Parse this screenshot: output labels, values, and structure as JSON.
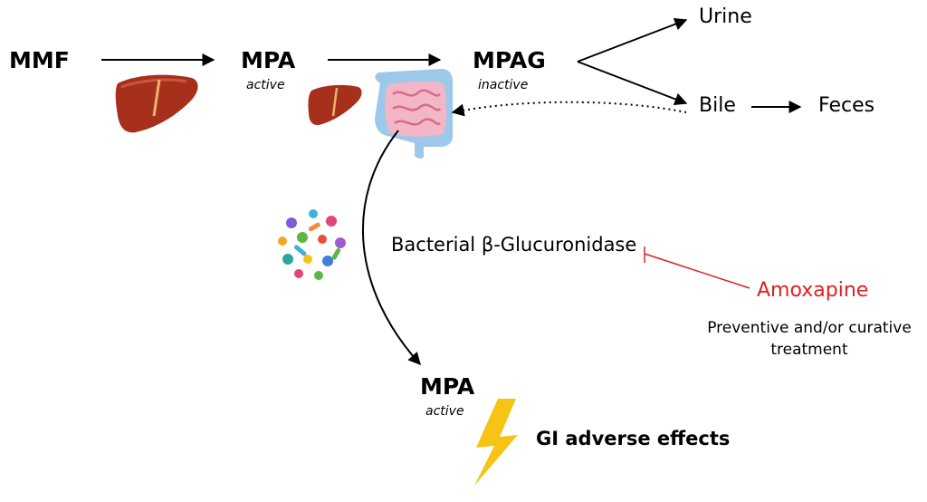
{
  "labels": {
    "mmf": "MMF",
    "mpa_top": "MPA",
    "mpa_top_state": "active",
    "mpag": "MPAG",
    "mpag_state": "inactive",
    "urine": "Urine",
    "bile": "Bile",
    "feces": "Feces",
    "enzyme": "Bacterial β-Glucuronidase",
    "inhibitor": "Amoxapine",
    "treatment_line1": "Preventive and/or curative",
    "treatment_line2": "treatment",
    "mpa_bottom": "MPA",
    "mpa_bottom_state": "active",
    "effect": "GI adverse effects"
  },
  "colors": {
    "inhibition": "#e02020",
    "liver": "#a6301c",
    "intestine": "#9cc8ea",
    "bolt": "#f7c315"
  },
  "icons": [
    "liver-icon",
    "liver-icon",
    "intestine-icon",
    "bacteria-icon",
    "lightning-bolt-icon"
  ]
}
